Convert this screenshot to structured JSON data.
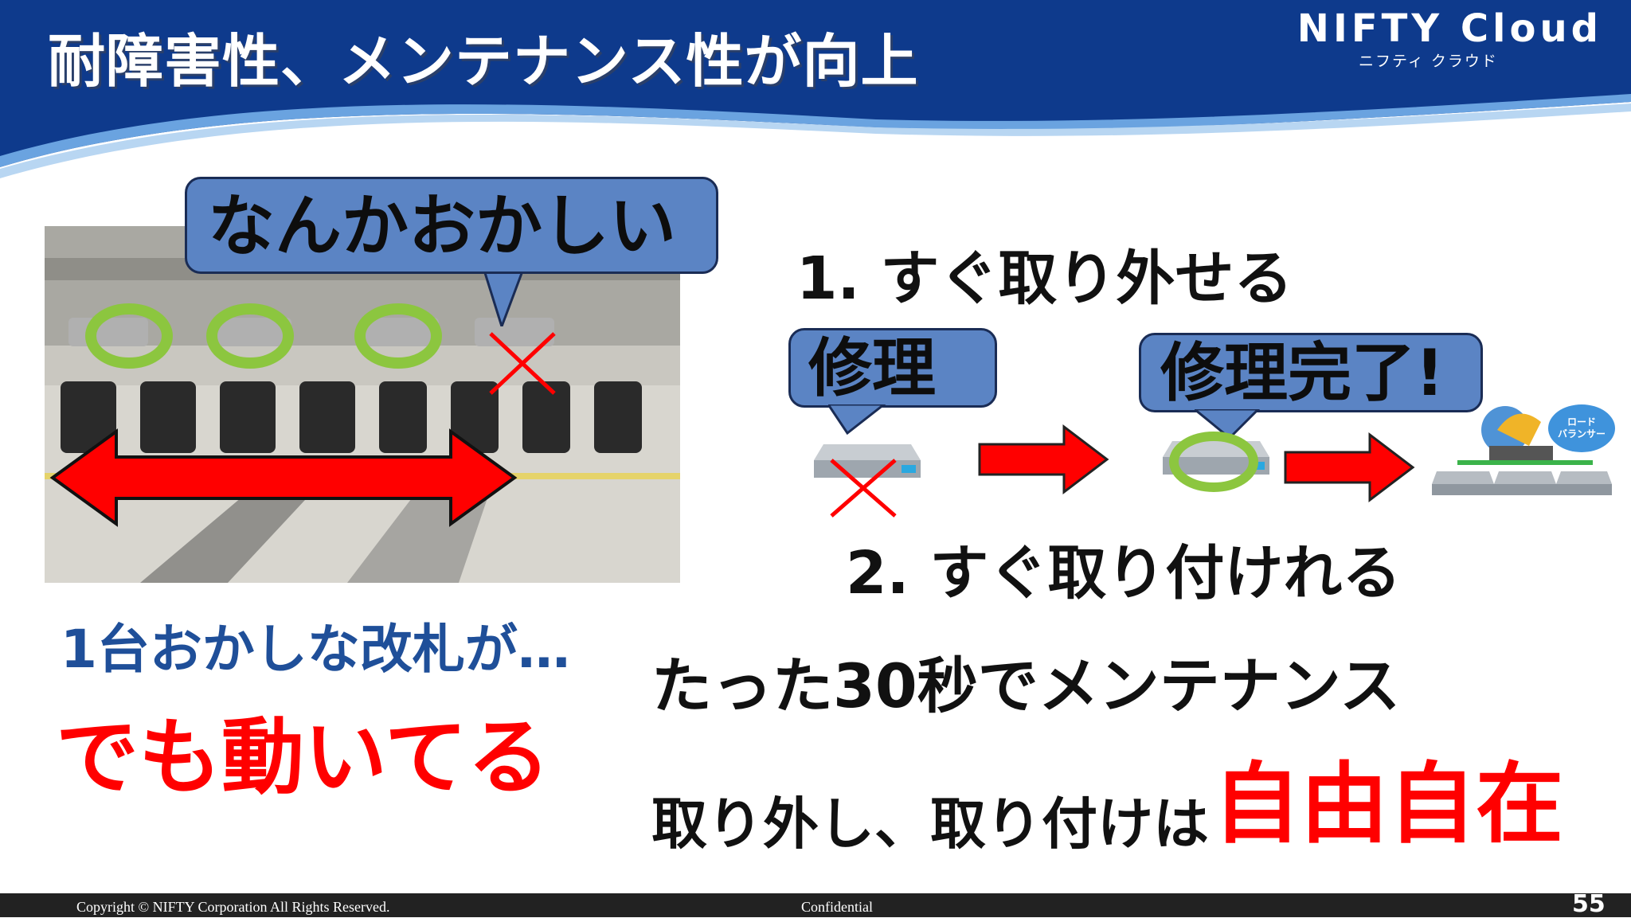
{
  "header": {
    "title": "耐障害性、メンテナンス性が向上",
    "brand": "NIFTY Cloud",
    "brand_sub": "ニフティ クラウド"
  },
  "photo": {
    "bubble_text": "なんかおかしい",
    "caption_line1": "1台おかしな改札が…",
    "caption_line2": "でも動いてる"
  },
  "process": {
    "step1": "1. すぐ取り外せる",
    "step2": "2. すぐ取り付けれる",
    "bubble_repair": "修理",
    "bubble_done": "修理完了!",
    "lb_label": "ロード\nバランサー"
  },
  "summary": {
    "line1": "たった30秒でメンテナンス",
    "line2_prefix": "取り外し、取り付けは",
    "line2_emphasis": "自由自在"
  },
  "footer": {
    "copyright": "Copyright © NIFTY Corporation All Rights Reserved.",
    "confidential": "Confidential",
    "page_number": "55"
  },
  "colors": {
    "header_blue": "#0e3a8c",
    "bubble_blue": "#5b84c4",
    "arrow_red": "#ff0000",
    "ring_green": "#8cc63f"
  }
}
